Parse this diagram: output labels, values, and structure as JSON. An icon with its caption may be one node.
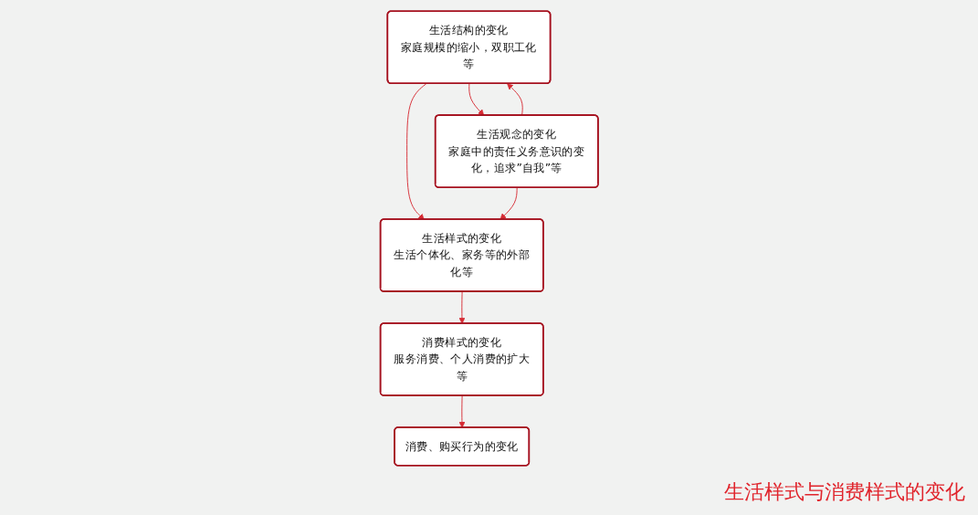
{
  "diagram": {
    "caption": "生活样式与消费样式的变化",
    "nodes": [
      {
        "text": [
          "生活结构的变化",
          "家庭规模的缩小，双职工化等"
        ]
      },
      {
        "text": [
          "生活观念的变化",
          "家庭中的责任义务意识的变化，追求”自我”等"
        ]
      },
      {
        "text": [
          "生活样式的变化",
          "生活个体化、家务等的外部化等"
        ]
      },
      {
        "text": [
          "消费样式的变化",
          "服务消费、个人消费的扩大等"
        ]
      },
      {
        "text": [
          "消费、购买行为的变化"
        ]
      }
    ],
    "edges": [
      {
        "from": 0,
        "to": 1,
        "arrow": "to"
      },
      {
        "from": 1,
        "to": 0,
        "arrow": "to"
      },
      {
        "from": 0,
        "to": 2,
        "arrow": "to"
      },
      {
        "from": 1,
        "to": 2,
        "arrow": "to"
      },
      {
        "from": 2,
        "to": 3,
        "arrow": "to"
      },
      {
        "from": 3,
        "to": 4,
        "arrow": "to"
      }
    ]
  }
}
